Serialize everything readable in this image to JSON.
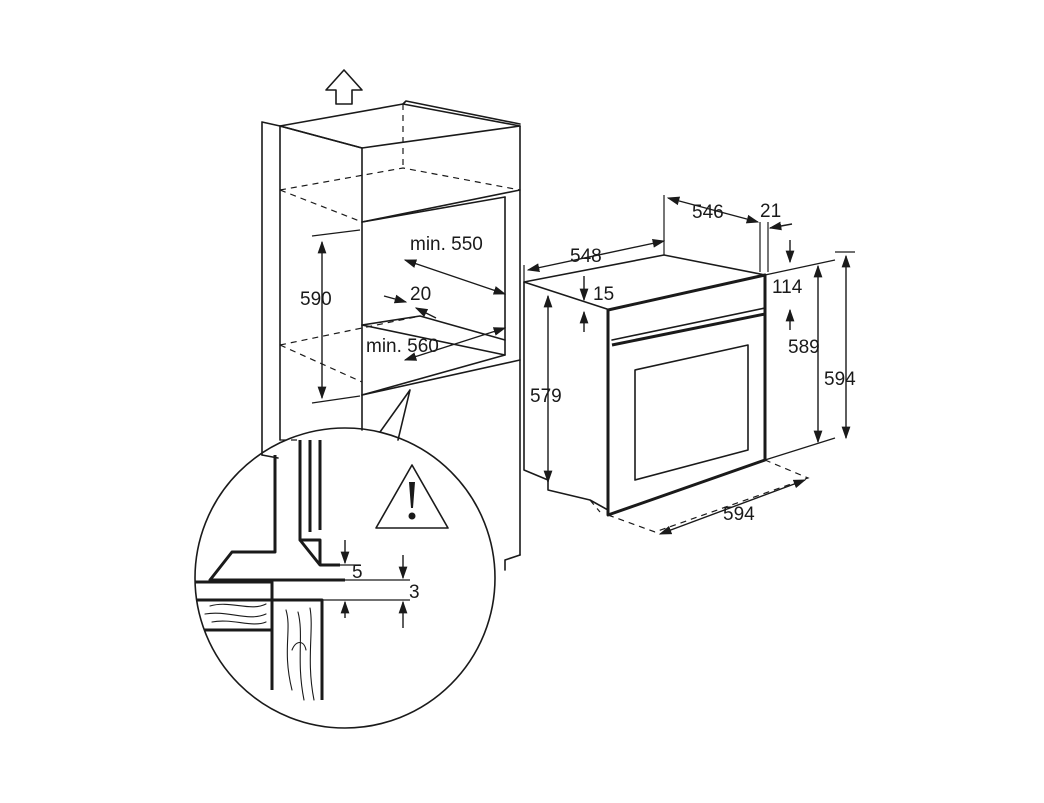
{
  "cabinet_dimensions": {
    "niche_height": "590",
    "niche_depth_min": "min. 550",
    "niche_width_min": "min. 560",
    "rear_gap": "20"
  },
  "oven_dimensions": {
    "total_depth": "548",
    "body_depth": "546",
    "front_panel_thickness": "21",
    "top_offset": "15",
    "control_panel_height": "114",
    "body_height": "579",
    "front_height": "589",
    "total_height": "594",
    "total_width": "594"
  },
  "detail_dimensions": {
    "gap_a": "5",
    "gap_b": "3"
  },
  "icons": {
    "up_arrow": "up-arrow-icon",
    "warning": "warning-icon"
  }
}
